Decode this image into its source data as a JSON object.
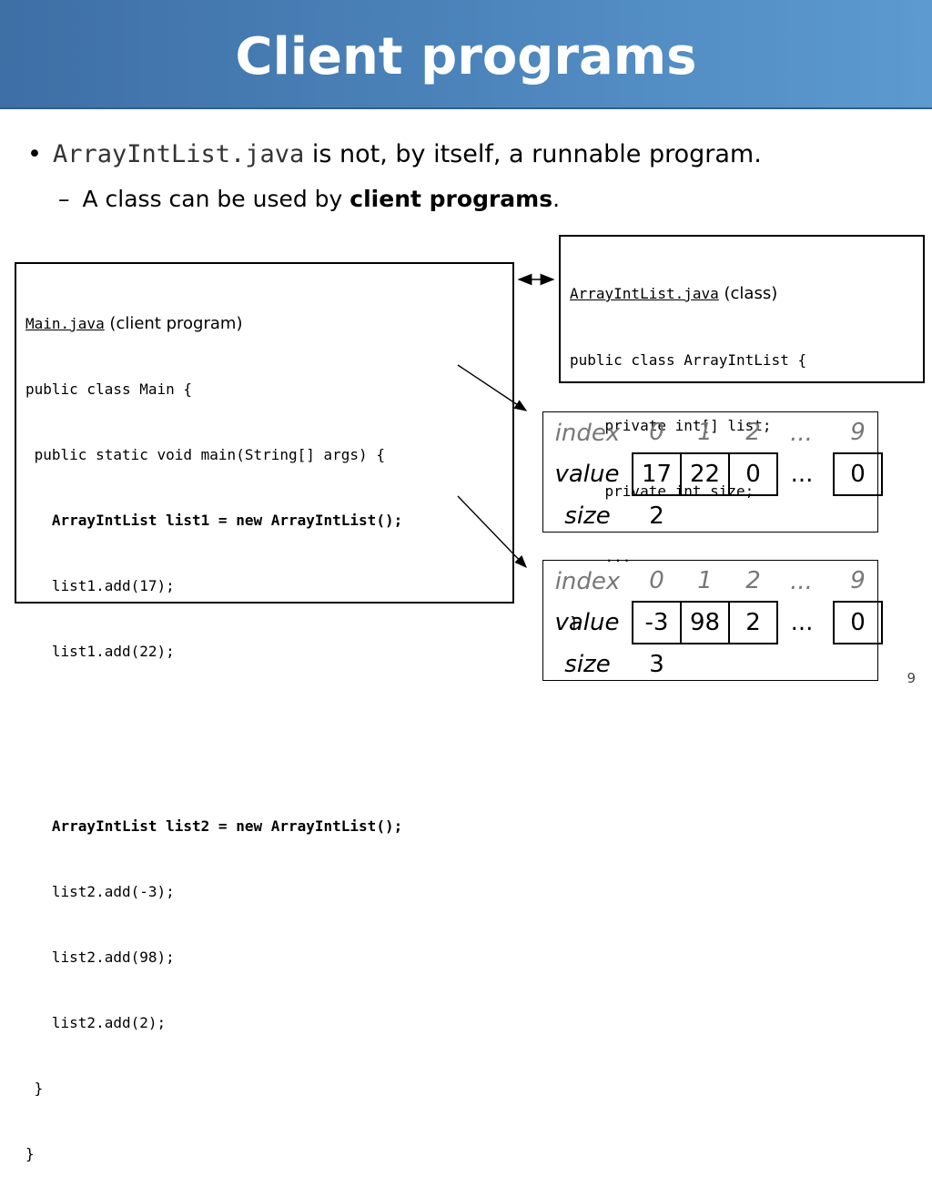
{
  "title": "Client programs",
  "bullets": {
    "b1_code": "ArrayIntList.java",
    "b1_text": " is not, by itself, a runnable program.",
    "b2_text": "A class can be used by ",
    "b2_bold": "client programs",
    "b2_end": "."
  },
  "main_box": {
    "filename": "Main.java",
    "caption": " (client program)",
    "lines": [
      "public class Main {",
      " public static void main(String[] args) {",
      "   ArrayIntList list1 = new ArrayIntList();",
      "   list1.add(17);",
      "   list1.add(22);",
      "   ArrayIntList list2 = new ArrayIntList();",
      "   list2.add(-3);",
      "   list2.add(98);",
      "   list2.add(2);",
      " }",
      "}"
    ]
  },
  "class_box": {
    "filename": "ArrayIntList.java",
    "caption": " (class)",
    "lines": [
      "public class ArrayIntList {",
      "    private int[] list;",
      "    private int size;",
      "    ...",
      "}"
    ]
  },
  "array1": {
    "index_label": "index",
    "value_label": "value",
    "size_label": "size",
    "indices": [
      "0",
      "1",
      "2",
      "...",
      "9"
    ],
    "values": [
      "17",
      "22",
      "0",
      "...",
      "0"
    ],
    "size": "2"
  },
  "array2": {
    "index_label": "index",
    "value_label": "value",
    "size_label": "size",
    "indices": [
      "0",
      "1",
      "2",
      "...",
      "9"
    ],
    "values": [
      "-3",
      "98",
      "2",
      "...",
      "0"
    ],
    "size": "3"
  },
  "page_number": "9"
}
